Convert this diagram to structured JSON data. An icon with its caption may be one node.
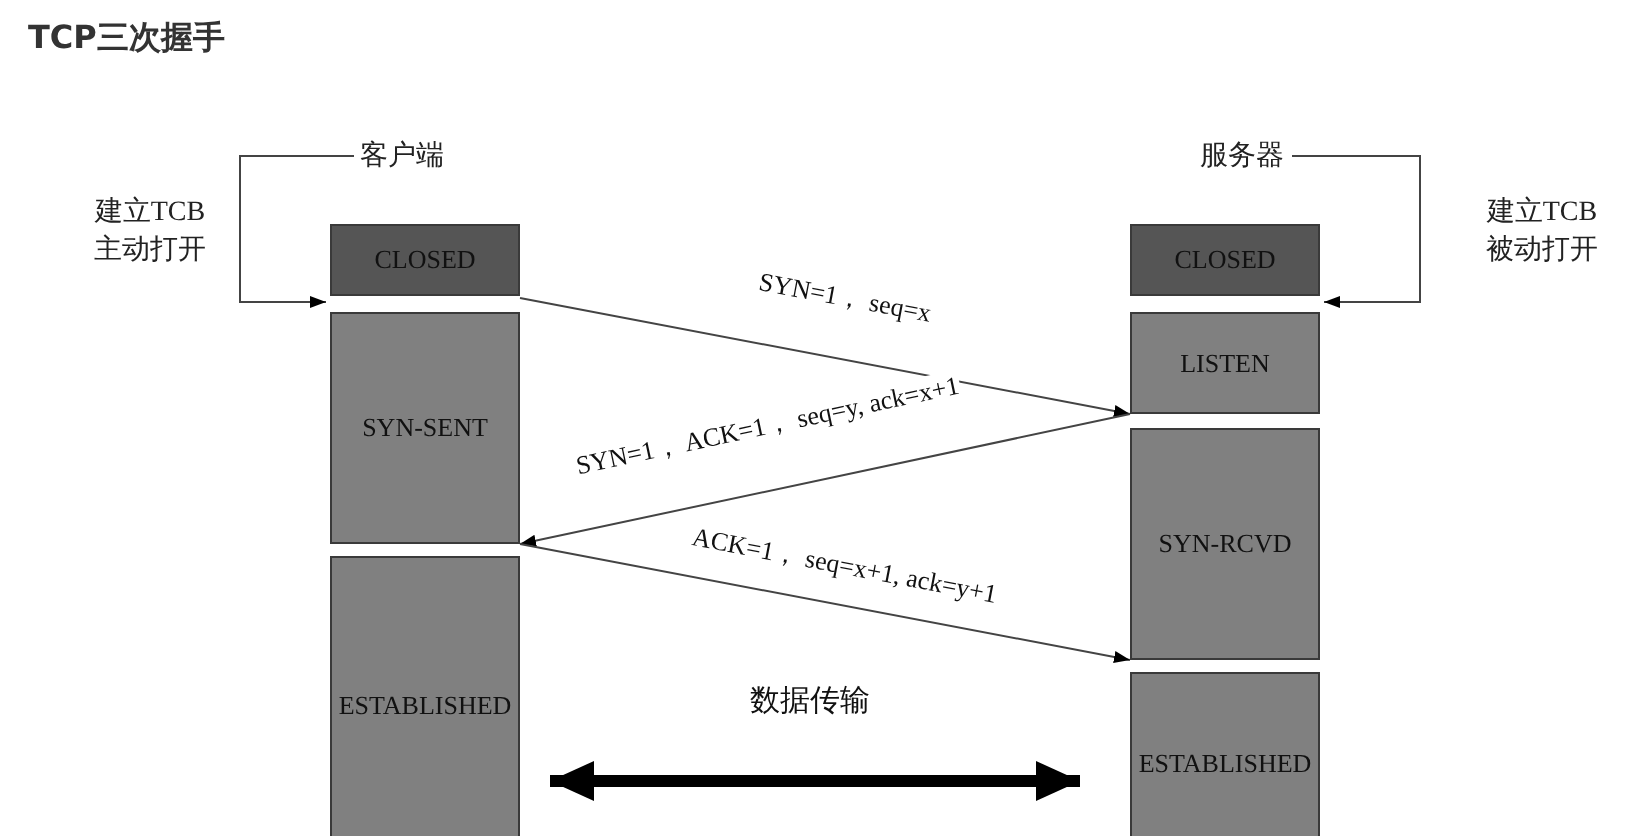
{
  "diagram": {
    "title": "TCP三次握手",
    "nodes": [
      {
        "text": [
          "客户端"
        ]
      },
      {
        "text": [
          "CLOSED"
        ]
      },
      {
        "text": [
          "SYN-SENT"
        ]
      },
      {
        "text": [
          "ESTABLISHED"
        ]
      },
      {
        "text": [
          "服务器"
        ]
      },
      {
        "text": [
          "CLOSED"
        ]
      },
      {
        "text": [
          "LISTEN"
        ]
      },
      {
        "text": [
          "SYN-RCVD"
        ]
      },
      {
        "text": [
          "ESTABLISHED"
        ]
      }
    ],
    "edges": [
      {
        "from": 0,
        "to": 1,
        "arrow": "to"
      },
      {
        "from": 4,
        "to": 5,
        "arrow": "to"
      },
      {
        "from": 1,
        "to": 6,
        "arrow": "to",
        "label": "SYN=1， seq=x"
      },
      {
        "from": 6,
        "to": 2,
        "arrow": "to",
        "label": "SYN=1， ACK=1， seq=y, ack=x+1"
      },
      {
        "from": 2,
        "to": 7,
        "arrow": "to",
        "label": "ACK=1， seq=x+1, ack=y+1"
      },
      {
        "from": 3,
        "to": 8,
        "arrow": "both",
        "style": "thick",
        "label": "数据传输"
      }
    ],
    "labels": [
      "建立TCB 主动打开",
      "建立TCB 被动打开"
    ]
  }
}
